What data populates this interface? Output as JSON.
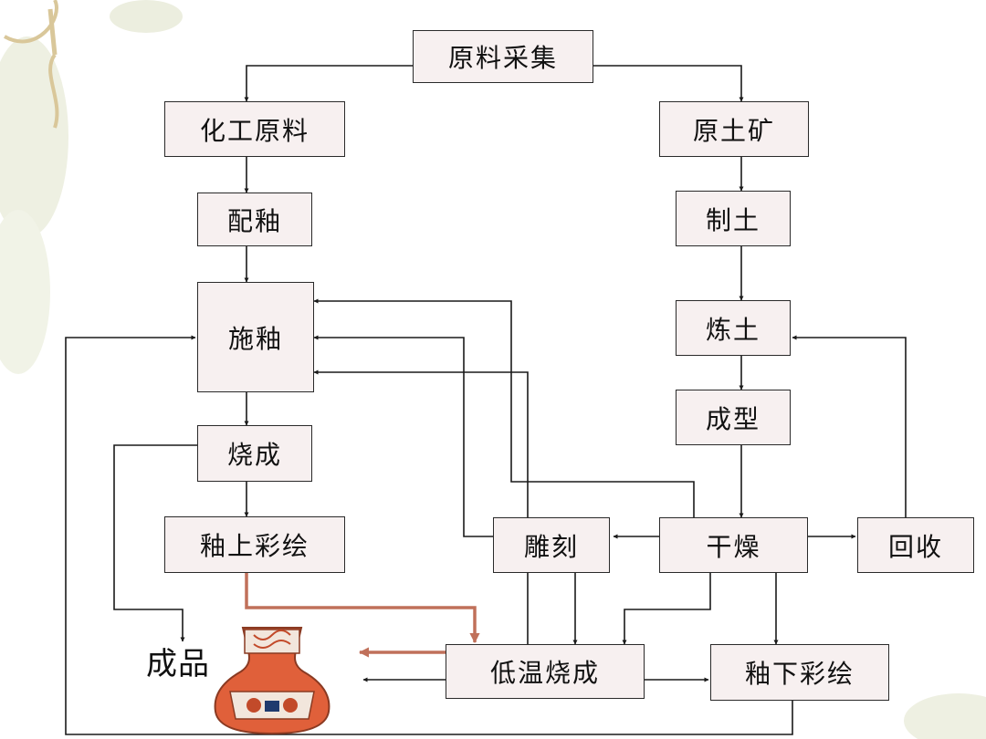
{
  "colors": {
    "box_fill": "#f7f0f0",
    "line": "#1a1a1a",
    "accent_line": "#c0705a",
    "vase_orange": "#e0603a",
    "background_leaf": "#e8ecd8"
  },
  "nodes": {
    "raw_collection": "原料采集",
    "chemical_materials": "化工原料",
    "clay_ore": "原土矿",
    "glaze_mixing": "配釉",
    "clay_making": "制土",
    "glazing": "施釉",
    "clay_refining": "炼土",
    "forming": "成型",
    "firing": "烧成",
    "drying": "干燥",
    "overglaze_painting": "釉上彩绘",
    "carving": "雕刻",
    "recycling": "回收",
    "low_temp_firing": "低温烧成",
    "underglaze_painting": "釉下彩绘",
    "finished_product": "成品"
  },
  "icons": {
    "product_image": "vase-icon",
    "decoration": "vine-leaf-icon"
  }
}
